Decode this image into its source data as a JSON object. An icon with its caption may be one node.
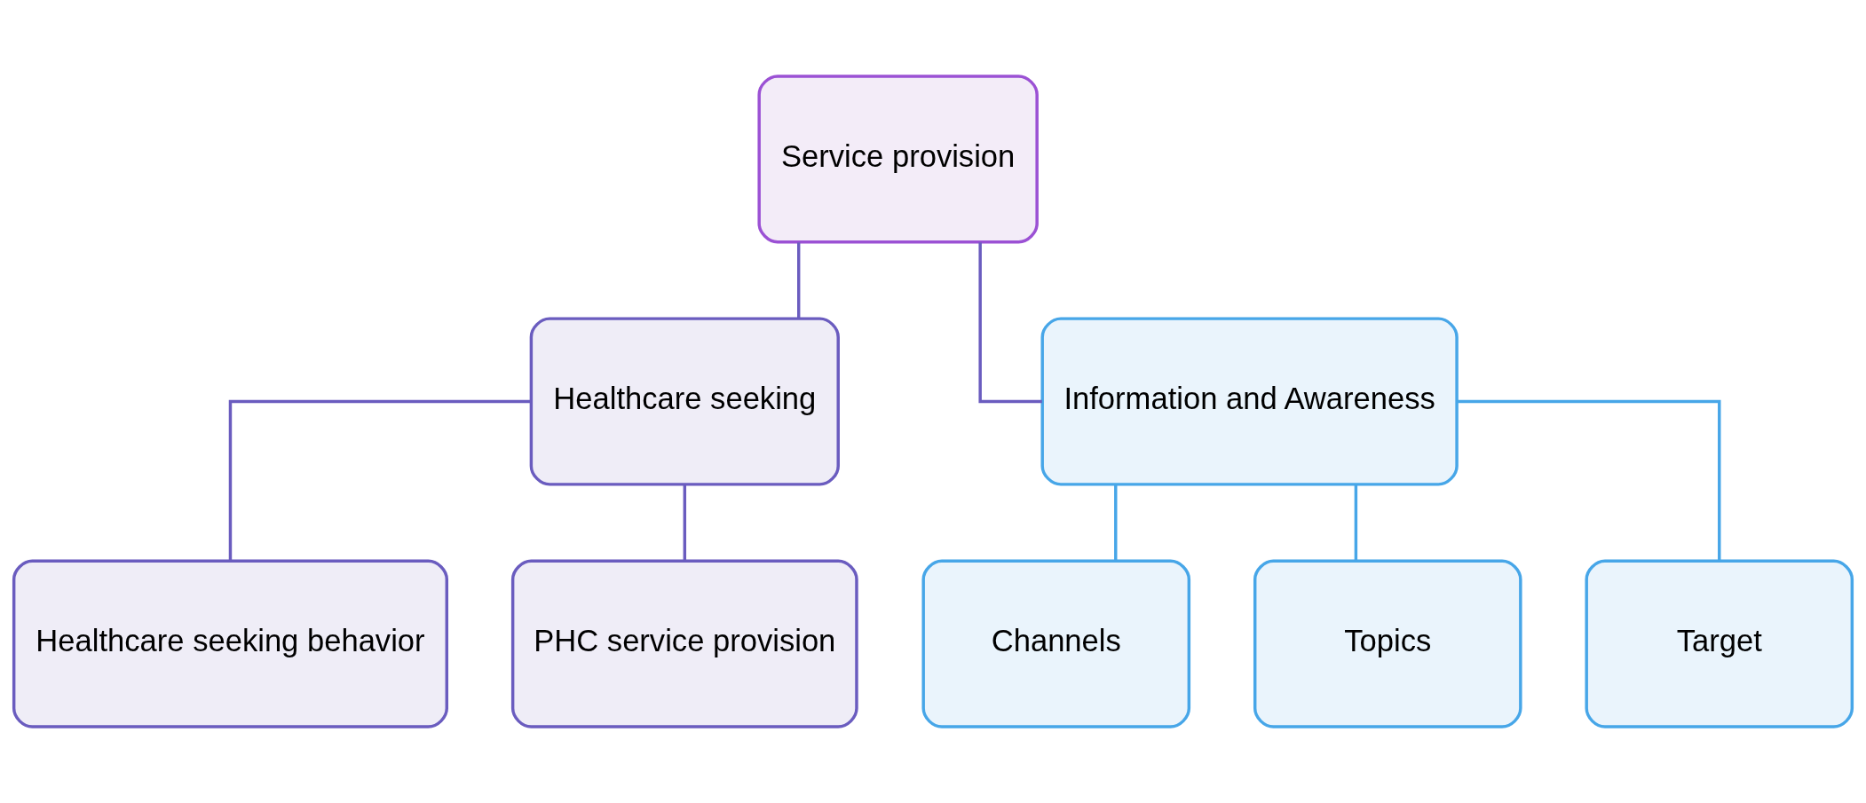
{
  "diagram": {
    "nodes": [
      {
        "text": [
          "Service provision"
        ]
      },
      {
        "text": [
          "Healthcare seeking"
        ]
      },
      {
        "text": [
          "Information and Awareness"
        ]
      },
      {
        "text": [
          "Healthcare seeking behavior"
        ]
      },
      {
        "text": [
          "PHC service provision"
        ]
      },
      {
        "text": [
          "Channels"
        ]
      },
      {
        "text": [
          "Topics"
        ]
      },
      {
        "text": [
          "Target"
        ]
      }
    ],
    "edges": [
      {
        "from": 0,
        "to": 1,
        "arrow": "none"
      },
      {
        "from": 0,
        "to": 2,
        "arrow": "none"
      },
      {
        "from": 1,
        "to": 3,
        "arrow": "none"
      },
      {
        "from": 1,
        "to": 4,
        "arrow": "none"
      },
      {
        "from": 2,
        "to": 5,
        "arrow": "none",
        "color": "#47a6e8"
      },
      {
        "from": 2,
        "to": 6,
        "arrow": "none",
        "color": "#47a6e8"
      },
      {
        "from": 2,
        "to": 7,
        "arrow": "none",
        "color": "#47a6e8"
      }
    ]
  }
}
